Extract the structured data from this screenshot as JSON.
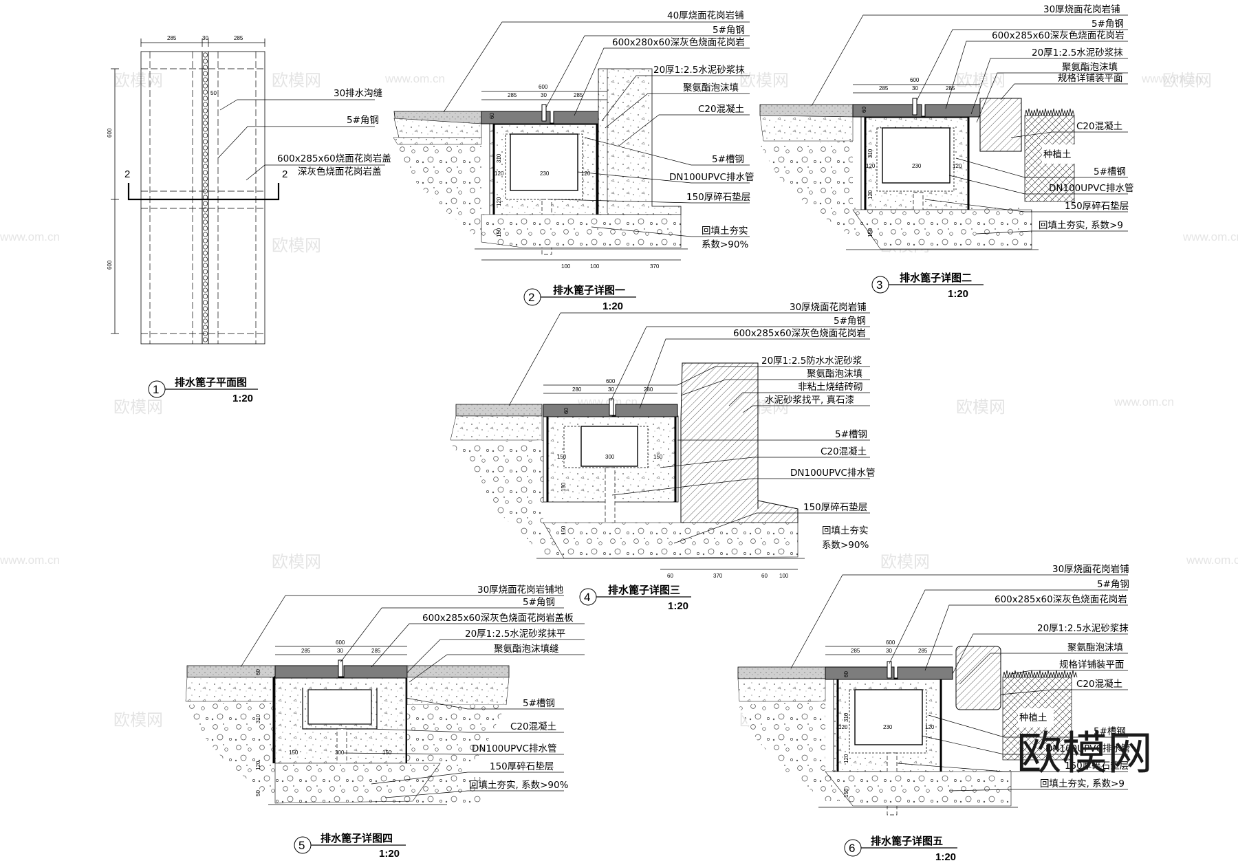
{
  "watermark": {
    "text": "欧模网",
    "url": "www.om.cn",
    "corner": "欧模网"
  },
  "plan": {
    "title": "排水篦子平面图",
    "number": "1",
    "scale": "1:20",
    "section_mark": "2",
    "labels": [
      "30排水沟缝",
      "5#角钢",
      "600x285x60烧面花岗岩盖",
      "深灰色烧面花岗岩盖"
    ],
    "dims": [
      "285",
      "30",
      "285",
      "600",
      "600",
      "50"
    ]
  },
  "detail1": {
    "title": "排水篦子详图一",
    "number": "2",
    "scale": "1:20",
    "labels": [
      "40厚烧面花岗岩铺",
      "5#角钢",
      "600x280x60深灰色烧面花岗岩",
      "20厚1:2.5水泥砂浆抹",
      "聚氨酯泡沫填",
      "C20混凝土",
      "5#槽钢",
      "DN100UPVC排水管",
      "150厚碎石垫层",
      "回填土夯实",
      "系数>90%"
    ],
    "dims": [
      "600",
      "285",
      "30",
      "285",
      "60",
      "310",
      "120",
      "230",
      "120",
      "120",
      "150",
      "100",
      "100",
      "370"
    ]
  },
  "detail2": {
    "title": "排水篦子详图二",
    "number": "3",
    "scale": "1:20",
    "labels": [
      "30厚烧面花岗岩铺",
      "5#角钢",
      "600x285x60深灰色烧面花岗岩",
      "20厚1:2.5水泥砂浆抹",
      "聚氨酯泡沫填",
      "规格详铺装平面",
      "C20混凝土",
      "种植土",
      "5#槽钢",
      "DN100UPVC排水管",
      "150厚碎石垫层",
      "回填土夯实, 系数>9"
    ],
    "dims": [
      "600",
      "285",
      "30",
      "285",
      "60",
      "310",
      "120",
      "230",
      "120",
      "120",
      "150"
    ]
  },
  "detail3": {
    "title": "排水篦子详图三",
    "number": "4",
    "scale": "1:20",
    "labels": [
      "30厚烧面花岗岩铺",
      "5#角钢",
      "600x285x60深灰色烧面花岗岩",
      "20厚1:2.5防水水泥砂浆",
      "聚氨酯泡沫填",
      "非粘土烧结砖砌",
      "水泥砂浆找平, 真石漆",
      "5#槽钢",
      "C20混凝土",
      "DN100UPVC排水管",
      "150厚碎石垫层",
      "回填土夯实",
      "系数>90%"
    ],
    "dims": [
      "600",
      "280",
      "30",
      "280",
      "60",
      "150",
      "300",
      "150",
      "150",
      "150",
      "60",
      "370",
      "60",
      "100"
    ]
  },
  "detail4": {
    "title": "排水篦子详图四",
    "number": "5",
    "scale": "1:20",
    "labels": [
      "30厚烧面花岗岩铺地",
      "5#角钢",
      "600x285x60深灰色烧面花岗岩盖板",
      "20厚1:2.5水泥砂浆抹平",
      "聚氨酯泡沫填缝",
      "5#槽钢",
      "C20混凝土",
      "DN100UPVC排水管",
      "150厚碎石垫层",
      "回填土夯实, 系数>90%"
    ],
    "dims": [
      "600",
      "285",
      "30",
      "285",
      "60",
      "310",
      "150",
      "300",
      "150",
      "120",
      "50"
    ]
  },
  "detail5": {
    "title": "排水篦子详图五",
    "number": "6",
    "scale": "1:20",
    "labels": [
      "30厚烧面花岗岩铺",
      "5#角钢",
      "600x285x60深灰色烧面花岗岩",
      "20厚1:2.5水泥砂浆抹",
      "聚氨酯泡沫填",
      "规格详铺装平面",
      "C20混凝土",
      "种植土",
      "5#槽钢",
      "DN100UPVC排水管",
      "150厚碎石垫层",
      "回填土夯实, 系数>9"
    ],
    "dims": [
      "600",
      "285",
      "30",
      "285",
      "60",
      "310",
      "120",
      "230",
      "120",
      "120",
      "150"
    ]
  }
}
